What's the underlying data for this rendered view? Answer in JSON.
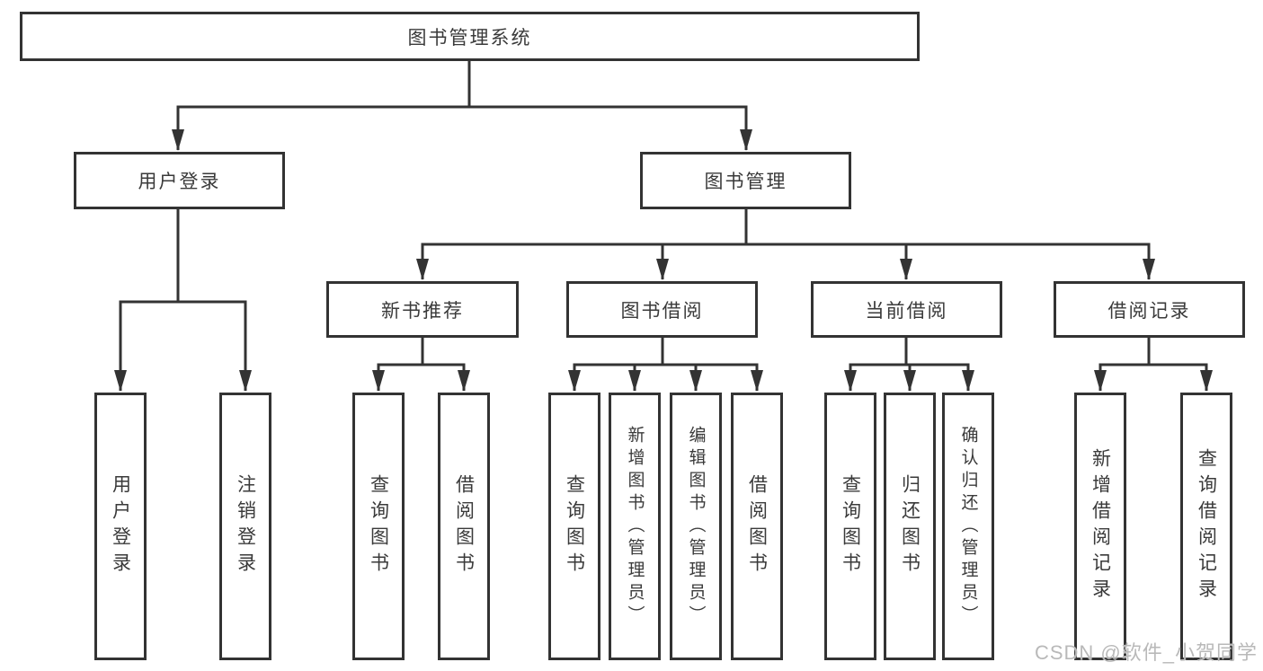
{
  "diagram": {
    "root": {
      "label": "图书管理系统"
    },
    "level2": [
      {
        "label": "用户登录"
      },
      {
        "label": "图书管理"
      }
    ],
    "level3": [
      {
        "label": "新书推荐"
      },
      {
        "label": "图书借阅"
      },
      {
        "label": "当前借阅"
      },
      {
        "label": "借阅记录"
      }
    ],
    "leaves": {
      "user_login": [
        "用户登录",
        "注销登录"
      ],
      "new_book": [
        "查询图书",
        "借阅图书"
      ],
      "book_borrow": [
        "查询图书",
        "新增图书（管理员）",
        "编辑图书（管理员）",
        "借阅图书"
      ],
      "current_borrow": [
        "查询图书",
        "归还图书",
        "确认归还（管理员）"
      ],
      "borrow_record": [
        "新增借阅记录",
        "查询借阅记录"
      ]
    }
  },
  "watermark": {
    "text": "CSDN @软件_小贺同学"
  },
  "colors": {
    "line": "#333333",
    "text": "#3a3a3a",
    "watermark": "#b9b9b9",
    "background": "#ffffff"
  }
}
